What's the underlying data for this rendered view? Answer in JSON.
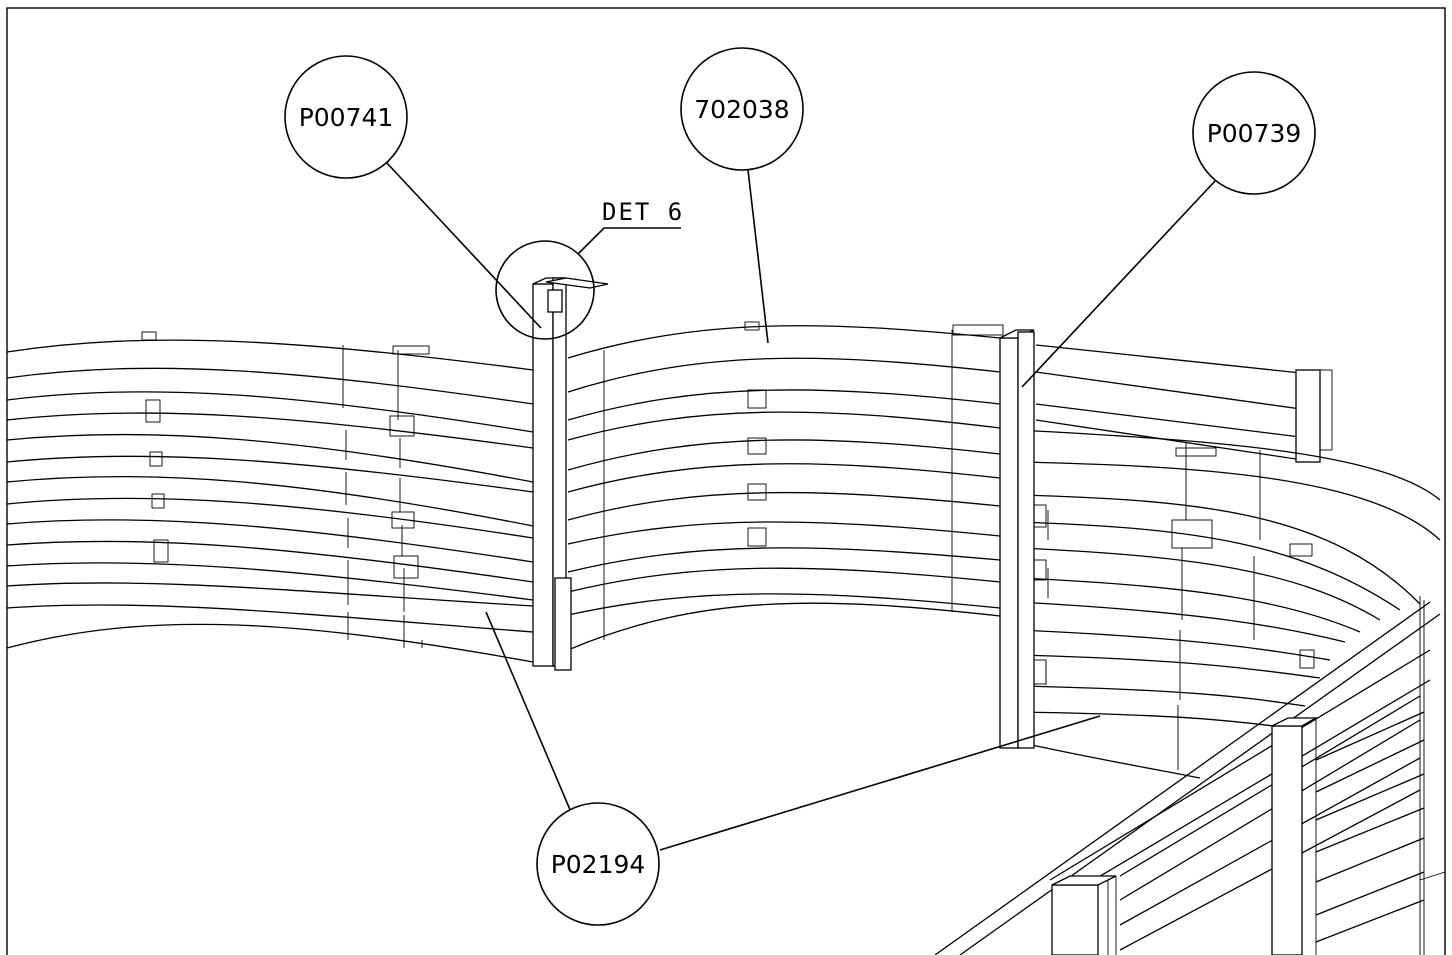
{
  "callouts": {
    "p00741": "P00741",
    "p702038": "702038",
    "p00739": "P00739",
    "p02194": "P02194"
  },
  "detail_label": "DET 6",
  "colors": {
    "line": "#000000",
    "background": "#ffffff"
  }
}
